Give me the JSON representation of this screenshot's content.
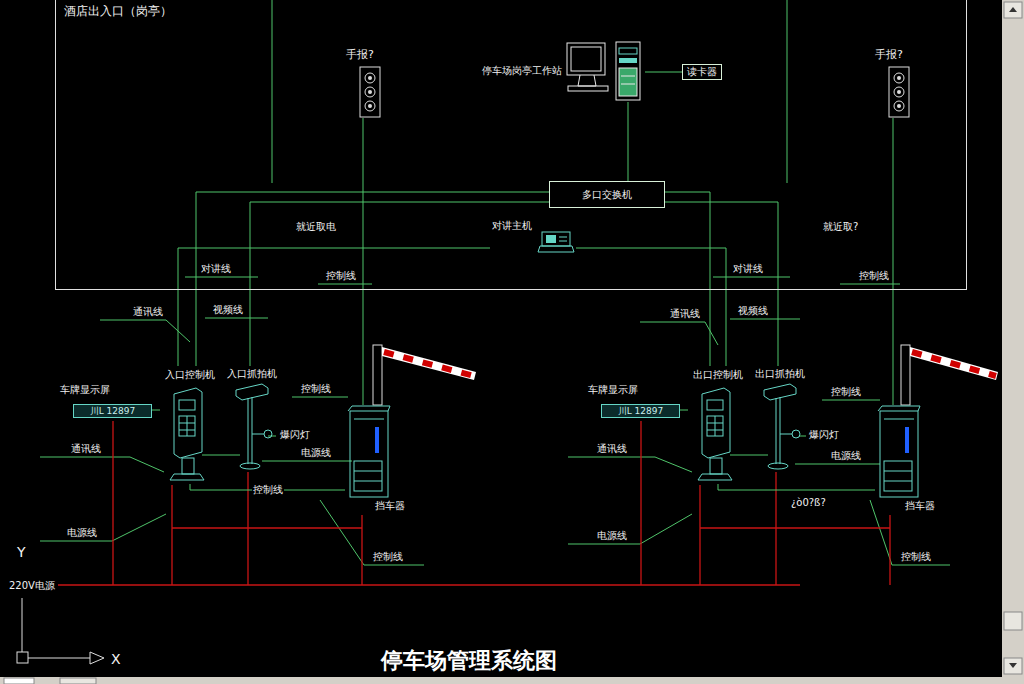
{
  "diagram": {
    "title": "停车场管理系统图",
    "nodes": [
      {
        "text": [
          "酒店出入口（岗亭）"
        ]
      },
      {
        "text": [
          "停车场岗亭工作站"
        ],
        "in": 0
      },
      {
        "text": [
          "读卡器"
        ],
        "in": 0
      },
      {
        "text": [
          "多口交换机"
        ],
        "in": 0
      },
      {
        "text": [
          "对讲主机"
        ],
        "in": 0
      },
      {
        "text": [
          "手报?"
        ],
        "in": 0
      },
      {
        "text": [
          "手报?"
        ],
        "in": 0
      },
      {
        "text": [
          "入口控制机"
        ]
      },
      {
        "text": [
          "入口抓拍机"
        ]
      },
      {
        "text": [
          "挡车器"
        ]
      },
      {
        "text": [
          "车牌显示屏",
          "川L 12897"
        ]
      },
      {
        "text": [
          "出口控制机"
        ]
      },
      {
        "text": [
          "出口抓拍机"
        ]
      },
      {
        "text": [
          "挡车器"
        ]
      },
      {
        "text": [
          "车牌显示屏",
          "川L 12897"
        ]
      }
    ],
    "edges": [
      {
        "from": 3,
        "to": 1,
        "arrow": "none"
      },
      {
        "from": 1,
        "to": 2,
        "arrow": "none"
      },
      {
        "from": 3,
        "to": 7,
        "arrow": "none"
      },
      {
        "from": 3,
        "to": 8,
        "arrow": "none"
      },
      {
        "from": 3,
        "to": 11,
        "arrow": "none"
      },
      {
        "from": 3,
        "to": 12,
        "arrow": "none"
      },
      {
        "from": 4,
        "to": 7,
        "arrow": "none"
      },
      {
        "from": 4,
        "to": 11,
        "arrow": "none"
      },
      {
        "from": 5,
        "to": 9,
        "arrow": "none"
      },
      {
        "from": 6,
        "to": 13,
        "arrow": "none"
      },
      {
        "from": 7,
        "to": 10,
        "arrow": "none"
      },
      {
        "from": 11,
        "to": 14,
        "arrow": "none"
      },
      {
        "from": 7,
        "to": 9,
        "label": "控制线",
        "arrow": "none"
      },
      {
        "from": 11,
        "to": 13,
        "arrow": "none"
      }
    ],
    "labels": [
      "就近取电",
      "就近取?",
      "对讲线",
      "控制线",
      "通讯线",
      "视频线",
      "控制线",
      "爆闪灯",
      "电源线",
      "通讯线",
      "电源线",
      "控制线",
      "220V电源",
      "对讲线",
      "控制线",
      "通讯线",
      "视频线",
      "控制线",
      "爆闪灯",
      "电源线",
      "¿ò0?ß?",
      "通讯线",
      "电源线",
      "控制线",
      "Y",
      "X"
    ]
  }
}
